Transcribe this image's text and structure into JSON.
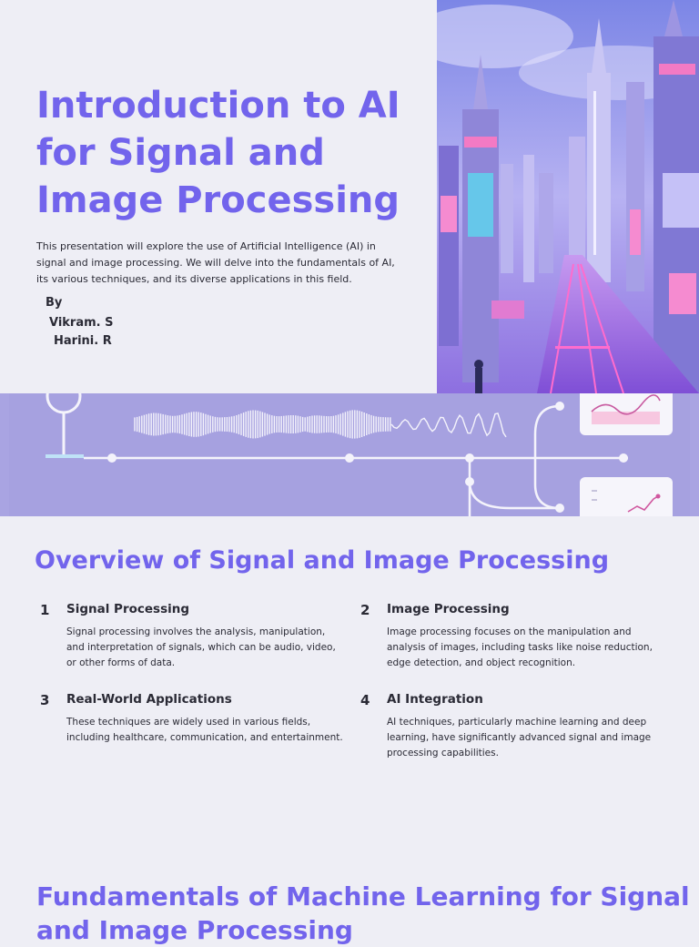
{
  "slide1": {
    "title": "Introduction to AI for Signal and Image Processing",
    "intro": "This presentation will explore the use of Artificial Intelligence (AI) in signal and image processing. We will delve into the fundamentals of AI, its various techniques, and its diverse applications in this field.",
    "by_label": "By",
    "authors": [
      "Vikram. S",
      "Harini. R"
    ]
  },
  "slide2": {
    "title": "Overview of Signal and Image Processing",
    "items": [
      {
        "number": "1",
        "heading": "Signal Processing",
        "body": "Signal processing involves the analysis, manipulation, and interpretation of signals, which can be audio, video, or other forms of data."
      },
      {
        "number": "2",
        "heading": "Image Processing",
        "body": "Image processing focuses on the manipulation and analysis of images, including tasks like noise reduction, edge detection, and object recognition."
      },
      {
        "number": "3",
        "heading": "Real-World Applications",
        "body": "These techniques are widely used in various fields, including healthcare, communication, and entertainment."
      },
      {
        "number": "4",
        "heading": "AI Integration",
        "body": "AI techniques, particularly machine learning and deep learning, have significantly advanced signal and image processing capabilities."
      }
    ]
  },
  "slide3": {
    "title": "Fundamentals of Machine Learning for Signal and Image Processing"
  },
  "colors": {
    "accent": "#7264ec",
    "background": "#eeeef5",
    "banner": "#a9a4e2",
    "text": "#2a2a35"
  }
}
